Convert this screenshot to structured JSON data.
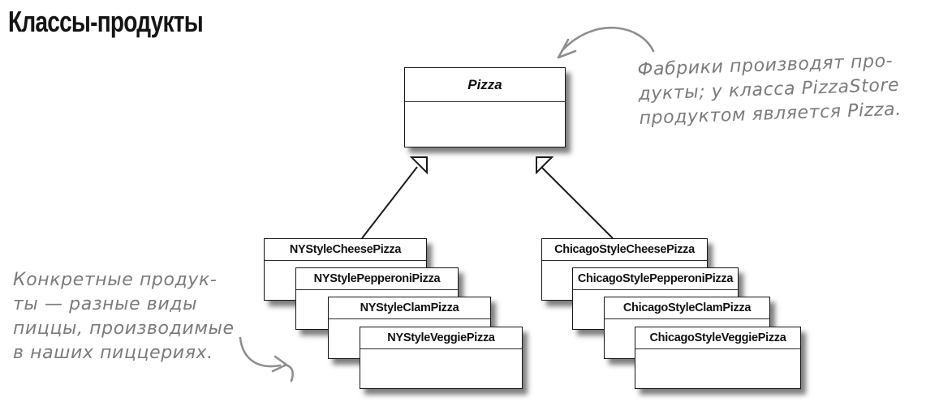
{
  "page": {
    "title": "Классы-продукты"
  },
  "diagram": {
    "parent_class": {
      "name": "Pizza"
    },
    "stacks": [
      {
        "id": "ny-style",
        "classes": [
          "NYStyleCheesePizza",
          "NYStylePepperoniPizza",
          "NYStyleClamPizza",
          "NYStyleVeggiePizza"
        ]
      },
      {
        "id": "chicago-style",
        "classes": [
          "ChicagoStyleCheesePizza",
          "ChicagoStylePepperoniPizza",
          "ChicagoStyleClamPizza",
          "ChicagoStyleVeggiePizza"
        ]
      }
    ],
    "relations": [
      {
        "type": "generalization",
        "from": "NYStyleCheesePizza",
        "to": "Pizza"
      },
      {
        "type": "generalization",
        "from": "ChicagoStyleCheesePizza",
        "to": "Pizza"
      }
    ]
  },
  "annotations": {
    "factory_note": {
      "lines": [
        "Фабрики производят про-",
        "дукты; у класса PizzaStore",
        "продуктом является Pizza."
      ],
      "points_to": "Pizza"
    },
    "products_note": {
      "lines": [
        "Конкретные продук-",
        "ты — разные виды",
        "пиццы, производимые",
        "в наших пиццериях."
      ],
      "points_to": "ny-style stack"
    }
  },
  "colors": {
    "background": "#ffffff",
    "box_border": "#161616",
    "box_fill": "#ffffff",
    "annotation_gray": "#7b7b7b",
    "arrow_gray": "#8e8e8e"
  }
}
